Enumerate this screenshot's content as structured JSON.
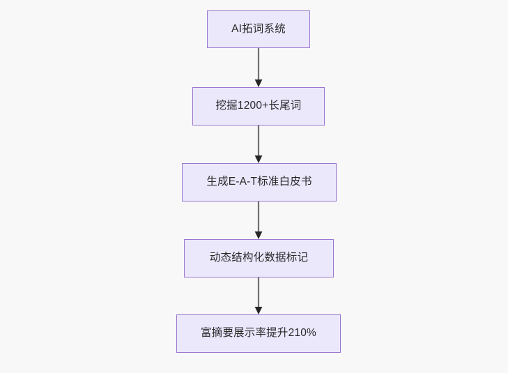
{
  "diagram": {
    "type": "flowchart",
    "direction": "top-to-bottom",
    "background_color": "#f8f8f8",
    "node_fill_color": "#ebe8fb",
    "node_border_color": "#9a77d0",
    "node_text_color": "#29292b",
    "edge_color": "#707070",
    "arrowhead_color": "#252525",
    "nodes": [
      {
        "id": "node-0",
        "label": "AI拓词系统"
      },
      {
        "id": "node-1",
        "label": "挖掘1200+长尾词"
      },
      {
        "id": "node-2",
        "label": "生成E-A-T标准白皮书"
      },
      {
        "id": "node-3",
        "label": "动态结构化数据标记"
      },
      {
        "id": "node-4",
        "label": "富摘要展示率提升210%"
      }
    ],
    "edges": [
      {
        "id": "edge-0-1",
        "from": "node-0",
        "to": "node-1",
        "label": ""
      },
      {
        "id": "edge-1-2",
        "from": "node-1",
        "to": "node-2",
        "label": ""
      },
      {
        "id": "edge-2-3",
        "from": "node-2",
        "to": "node-3",
        "label": ""
      },
      {
        "id": "edge-3-4",
        "from": "node-3",
        "to": "node-4",
        "label": ""
      }
    ]
  }
}
